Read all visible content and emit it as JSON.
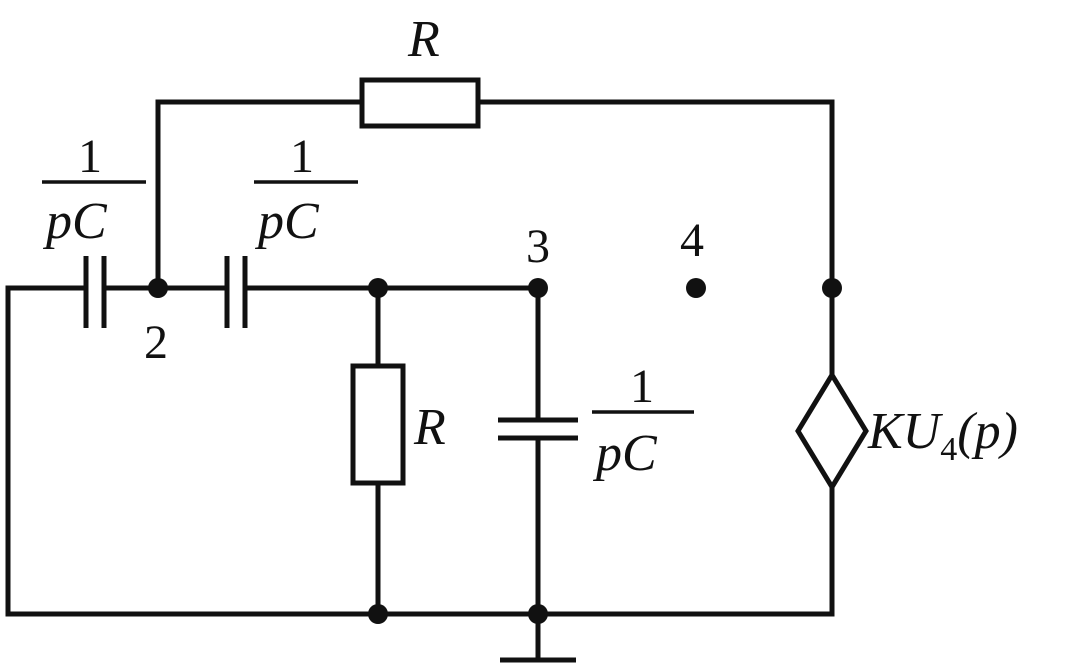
{
  "labels": {
    "r_top": "R",
    "r_mid": "R",
    "cap1_num": "1",
    "cap1_den": "pC",
    "cap2_num": "1",
    "cap2_den": "pC",
    "cap3_num": "1",
    "cap3_den": "pC",
    "node2": "2",
    "node3": "3",
    "node4": "4",
    "source_main": "KU",
    "source_sub": "4",
    "source_arg": "(p)"
  }
}
